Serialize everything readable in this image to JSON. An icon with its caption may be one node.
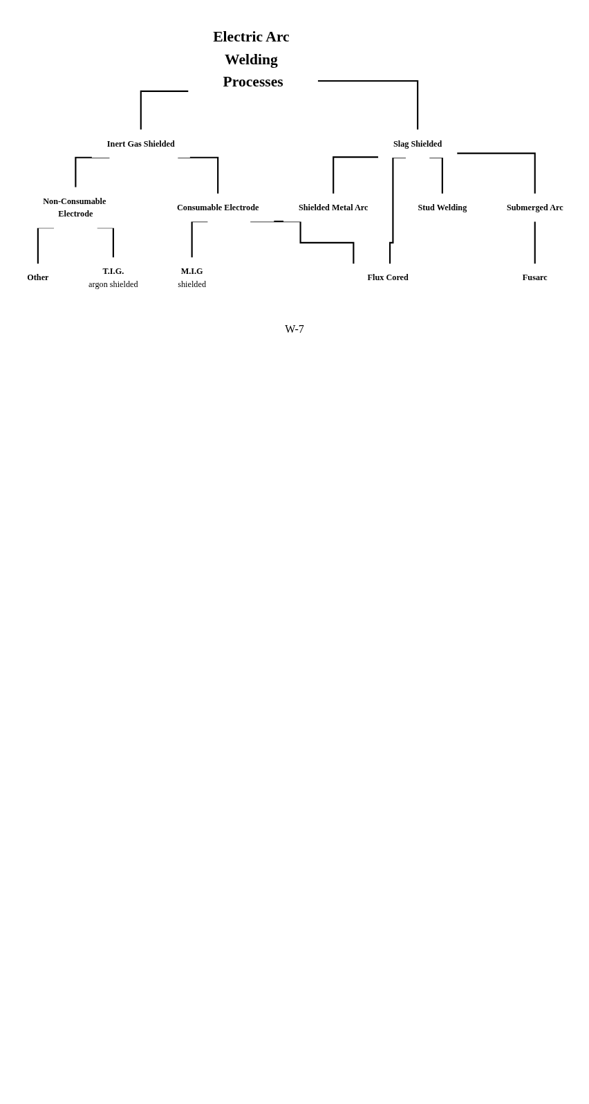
{
  "diagram": {
    "nodes": [
      {
        "text": [
          "Electric Arc Welding Processes"
        ]
      },
      {
        "text": [
          "Inert Gas Shielded"
        ]
      },
      {
        "text": [
          "Slag Shielded"
        ]
      },
      {
        "text": [
          "Non-Consumable Electrode"
        ]
      },
      {
        "text": [
          "Consumable Electrode"
        ]
      },
      {
        "text": [
          "Other"
        ]
      },
      {
        "text": [
          "T.I.G.",
          "argon shielded"
        ]
      },
      {
        "text": [
          "M.I.G",
          "shielded"
        ]
      },
      {
        "text": [
          "Flux Cored"
        ]
      },
      {
        "text": [
          "Shielded Metal Arc"
        ]
      },
      {
        "text": [
          "Submerged Arc"
        ]
      },
      {
        "text": [
          "Stud Welding"
        ]
      },
      {
        "text": [
          "Fusarc"
        ]
      }
    ],
    "edges": [
      {
        "from": 0,
        "to": 1,
        "arrow": "none"
      },
      {
        "from": 0,
        "to": 2,
        "arrow": "none"
      },
      {
        "from": 1,
        "to": 3,
        "arrow": "none"
      },
      {
        "from": 1,
        "to": 4,
        "arrow": "none"
      },
      {
        "from": 3,
        "to": 5,
        "arrow": "none"
      },
      {
        "from": 3,
        "to": 6,
        "arrow": "none"
      },
      {
        "from": 4,
        "to": 7,
        "arrow": "none"
      },
      {
        "from": 4,
        "to": 8,
        "arrow": "none"
      },
      {
        "from": 2,
        "to": 8,
        "arrow": "none"
      },
      {
        "from": 2,
        "to": 9,
        "arrow": "none"
      },
      {
        "from": 2,
        "to": 10,
        "arrow": "none"
      },
      {
        "from": 2,
        "to": 11,
        "arrow": "none"
      },
      {
        "from": 10,
        "to": 12,
        "arrow": "none"
      }
    ],
    "labels": [
      "W-7"
    ]
  }
}
